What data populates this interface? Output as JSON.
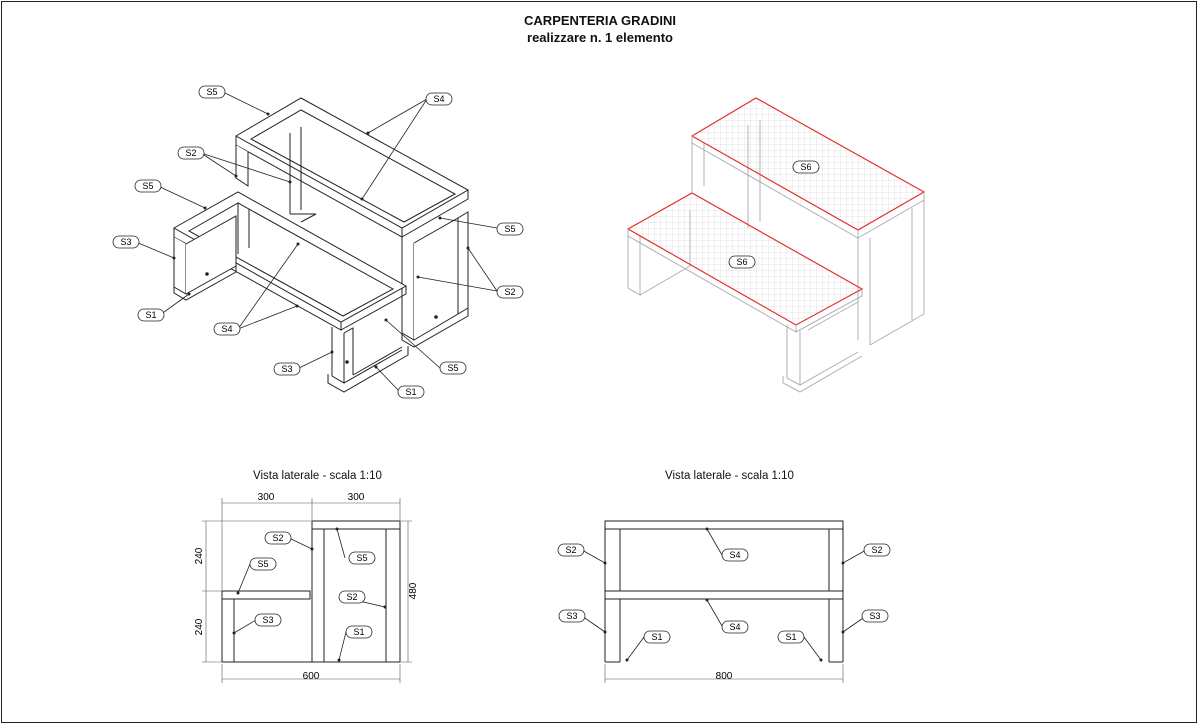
{
  "header": {
    "title": "CARPENTERIA GRADINI",
    "subtitle": "realizzare n. 1 elemento"
  },
  "views": {
    "side_left_caption": "Vista laterale - scala 1:10",
    "side_right_caption": "Vista laterale - scala 1:10"
  },
  "labels": {
    "s1": "S1",
    "s2": "S2",
    "s3": "S3",
    "s4": "S4",
    "s5": "S5",
    "s6": "S6"
  },
  "dimensions": {
    "top_left": "300",
    "top_right": "300",
    "left_upper": "240",
    "left_lower": "240",
    "right_total": "480",
    "bottom_left_total": "600",
    "bottom_right_total": "800"
  },
  "colors": {
    "line": "#222222",
    "faint_line": "#a8a8a8",
    "highlight": "#e0362c"
  }
}
